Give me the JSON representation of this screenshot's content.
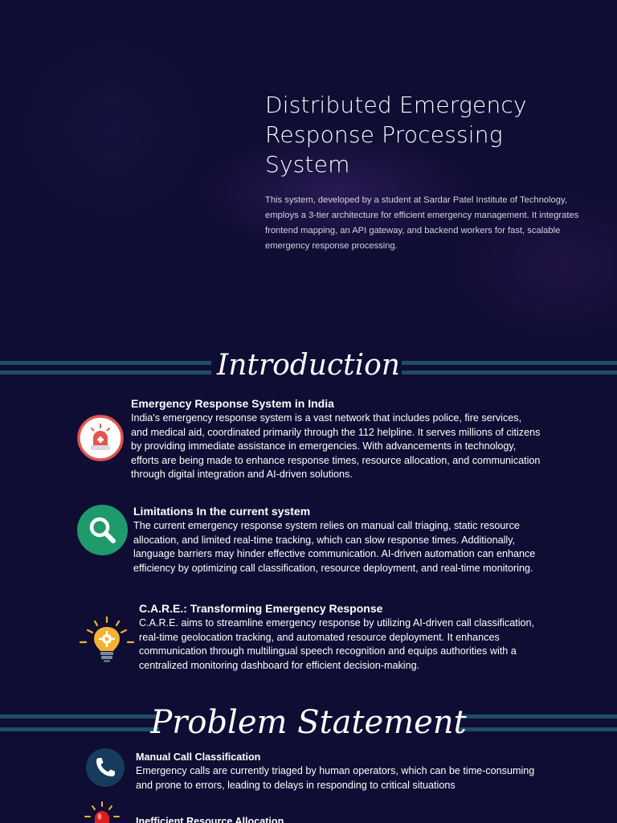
{
  "hero": {
    "title_line1": "Distributed Emergency",
    "title_line2": "Response Processing",
    "title_line3": "System",
    "description": "This system, developed by a student at Sardar Patel Institute of Technology, employs a 3-tier architecture for efficient emergency management. It integrates frontend mapping, an API gateway, and backend workers for fast, scalable emergency response processing."
  },
  "introduction": {
    "heading": "Introduction",
    "items": [
      {
        "title": "Emergency Response System in India",
        "text": "India's emergency response system is a vast network that includes police, fire services, and medical aid, coordinated primarily through the 112 helpline. It serves millions of citizens by providing immediate assistance in emergencies. With advancements in technology, efforts are being made to enhance response times, resource allocation, and communication through digital integration and AI-driven solutions.",
        "icon": "siren-icon"
      },
      {
        "title": "Limitations In the current system",
        "text": "The current emergency response system relies on manual call triaging, static resource allocation, and limited real-time tracking, which can slow response times. Additionally, language barriers may hinder effective communication. AI-driven automation can enhance efficiency by optimizing call classification, resource deployment, and real-time monitoring.",
        "icon": "search-icon"
      },
      {
        "title": "C.A.R.E.: Transforming Emergency Response",
        "text": "C.A.R.E. aims to streamline emergency response by utilizing AI-driven call classification, real-time geolocation tracking, and automated resource deployment. It enhances communication through multilingual speech recognition and equips authorities with a centralized monitoring dashboard for efficient decision-making.",
        "icon": "lightbulb-gear-icon"
      }
    ]
  },
  "problem_statement": {
    "heading": "Problem Statement",
    "items": [
      {
        "title": "Manual Call Classification",
        "text": "Emergency calls are currently triaged by human operators, which can be time-consuming and prone to errors, leading to delays in responding to critical situations",
        "icon": "phone-icon"
      },
      {
        "title": "Inefficient Resource Allocation",
        "text": "",
        "icon": "alarm-light-icon"
      }
    ]
  },
  "colors": {
    "background": "#0f0d33",
    "stripe": "#1e4e66",
    "siren_ring": "#e25550",
    "search_circle": "#1e9a6c",
    "phone_circle": "#173b5c",
    "bulb": "#f2b233"
  }
}
